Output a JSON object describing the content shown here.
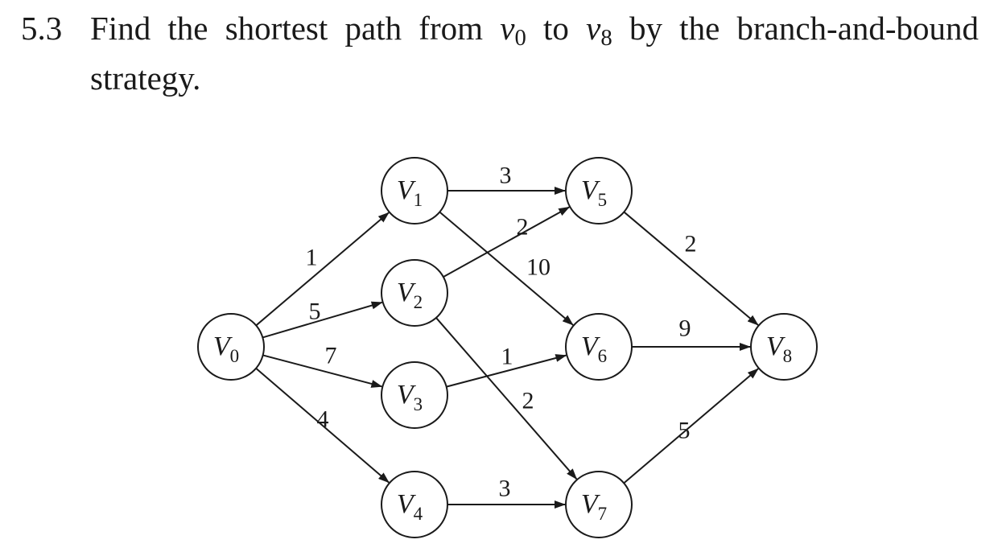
{
  "problem": {
    "number": "5.3",
    "line1_before": "Find the shortest path from",
    "start_var": "v",
    "start_sub": "0",
    "to_word": "to",
    "end_var": "v",
    "end_sub": "8",
    "line1_after": "by the branch-and-bound",
    "line2": "strategy."
  },
  "graph": {
    "nodes": [
      {
        "id": "v0",
        "letter": "V",
        "sub": "0"
      },
      {
        "id": "v1",
        "letter": "V",
        "sub": "1"
      },
      {
        "id": "v2",
        "letter": "V",
        "sub": "2"
      },
      {
        "id": "v3",
        "letter": "V",
        "sub": "3"
      },
      {
        "id": "v4",
        "letter": "V",
        "sub": "4"
      },
      {
        "id": "v5",
        "letter": "V",
        "sub": "5"
      },
      {
        "id": "v6",
        "letter": "V",
        "sub": "6"
      },
      {
        "id": "v7",
        "letter": "V",
        "sub": "7"
      },
      {
        "id": "v8",
        "letter": "V",
        "sub": "8"
      }
    ],
    "edges": [
      {
        "from": "v0",
        "to": "v1",
        "weight": "1"
      },
      {
        "from": "v0",
        "to": "v2",
        "weight": "5"
      },
      {
        "from": "v0",
        "to": "v3",
        "weight": "7"
      },
      {
        "from": "v0",
        "to": "v4",
        "weight": "4"
      },
      {
        "from": "v1",
        "to": "v5",
        "weight": "3"
      },
      {
        "from": "v1",
        "to": "v6",
        "weight": "10"
      },
      {
        "from": "v2",
        "to": "v5",
        "weight": "2"
      },
      {
        "from": "v2",
        "to": "v7",
        "weight": "2"
      },
      {
        "from": "v3",
        "to": "v6",
        "weight": "1"
      },
      {
        "from": "v4",
        "to": "v7",
        "weight": "3"
      },
      {
        "from": "v5",
        "to": "v8",
        "weight": "2"
      },
      {
        "from": "v6",
        "to": "v8",
        "weight": "9"
      },
      {
        "from": "v7",
        "to": "v8",
        "weight": "5"
      }
    ]
  }
}
